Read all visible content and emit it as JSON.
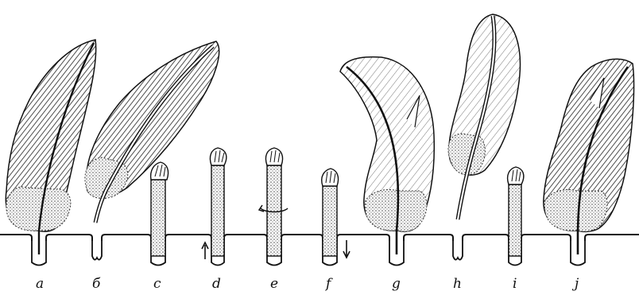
{
  "labels": [
    "a",
    "б",
    "c",
    "d",
    "e",
    "f",
    "g",
    "h",
    "i",
    "j"
  ],
  "colors": {
    "ink": "#111111",
    "paper": "#ffffff",
    "stipple": "#6f6f6f"
  },
  "panels": [
    {
      "label": "a",
      "kind": "full-feather",
      "shading": "dark"
    },
    {
      "label": "б",
      "kind": "loose-feather",
      "shading": "dark"
    },
    {
      "label": "c",
      "kind": "pin-feather"
    },
    {
      "label": "d",
      "kind": "pin-feather",
      "arrow": "up"
    },
    {
      "label": "e",
      "kind": "pin-feather",
      "twist": true
    },
    {
      "label": "f",
      "kind": "pin-feather",
      "arrow": "down"
    },
    {
      "label": "g",
      "kind": "full-feather",
      "shading": "light"
    },
    {
      "label": "h",
      "kind": "loose-feather",
      "shading": "light"
    },
    {
      "label": "i",
      "kind": "pin-feather"
    },
    {
      "label": "j",
      "kind": "full-feather",
      "shading": "dark"
    }
  ]
}
